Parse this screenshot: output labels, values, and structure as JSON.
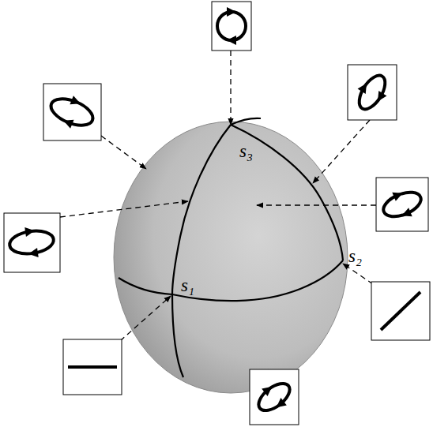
{
  "diagram": {
    "labels": [
      "s₃",
      "s₂",
      "s₁"
    ]
  }
}
